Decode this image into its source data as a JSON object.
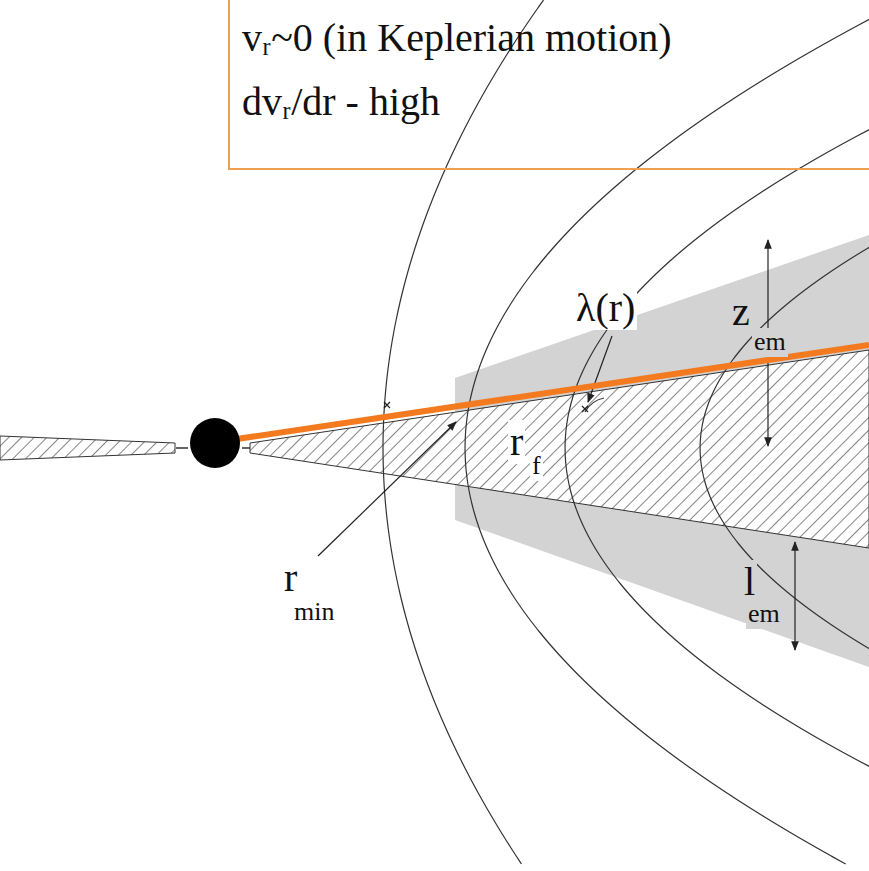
{
  "diagram": {
    "nodes": [
      {
        "text": [
          "vᵣ~0 (in Keplerian motion)",
          "dvᵣ/dr - high"
        ]
      }
    ],
    "labels": [
      "λ(r)",
      "z",
      "em",
      "r",
      "f",
      "r",
      "min",
      "l",
      "em"
    ]
  }
}
